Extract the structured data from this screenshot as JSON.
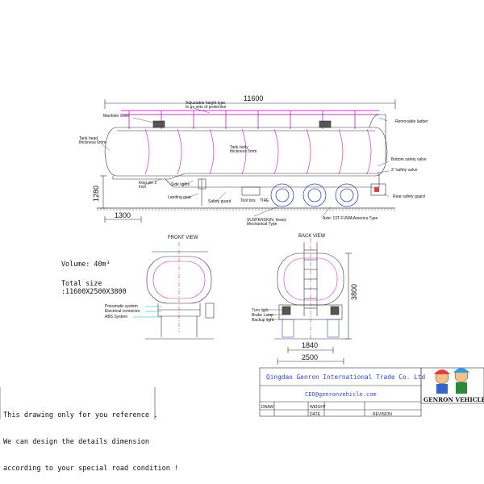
{
  "side_view": {
    "overall_length": "11600",
    "labels": {
      "manhole_cover": "Manhole cover",
      "adjustable_height_1": "Adjustable height type",
      "adjustable_height_2": "to go sets of protective",
      "removable_ladder": "Removable ladder",
      "tank_head_1": "Tank head",
      "tank_head_2": "thickness 6mm",
      "tank_body_1": "Tank body",
      "tank_body_2": "thickness 5mm",
      "bottom_safety_valve": "Bottom safety valve",
      "safety_valve": "3 \"safety valve",
      "rear_safety_guard": "Rear safety guard",
      "king_pin_1": "King pin 2",
      "king_pin_2": "inch",
      "side_lights": "Side lights",
      "landing_gear": "Landing gear",
      "safety_guard": "Safety guard",
      "tool_box": "Tool box",
      "tire": "TIRE",
      "suspension_1": "SUSPENSION: heavy",
      "suspension_2": "Mechanical Type",
      "axle": "Axle: 13T FUWA America Type"
    },
    "dim_height": "1280",
    "dim_front": "1300"
  },
  "front_view": {
    "title": "FRONT VIEW"
  },
  "back_view": {
    "title": "BACK VIEW",
    "dim_height": "3800",
    "dim_track": "1840",
    "dim_width": "2500"
  },
  "front_labels": {
    "pneumatic": "Pneumatic system",
    "electrical": "Electrical connector",
    "abs": "ABS System"
  },
  "back_labels": {
    "turn_light": "Turn light",
    "brake_lamp": "Brake Lamp",
    "backup_light": "Backup light"
  },
  "specs": {
    "volume_label": "Volume:",
    "volume_value": "40m³",
    "size_label": "Total size",
    "size_value": ":11600X2500X3800"
  },
  "note": {
    "line1": "This drawing only for you reference .",
    "line2": "We can design the details dimension",
    "line3": "according to your special road condition !"
  },
  "title_block": {
    "company": "Qingdao Genron International Trade Co. Ltd",
    "email": "CEO@genronvehicle.com",
    "draw": "DRAW",
    "weight": "WEIGHT",
    "date": "DATE",
    "revision": "REVISION",
    "logo_text": "GENRON VEHICLE"
  },
  "colors": {
    "line": "#333333",
    "accent_magenta": "#cc33cc",
    "blue": "#3344cc",
    "teal": "#0aa",
    "red": "#e63c3c"
  }
}
